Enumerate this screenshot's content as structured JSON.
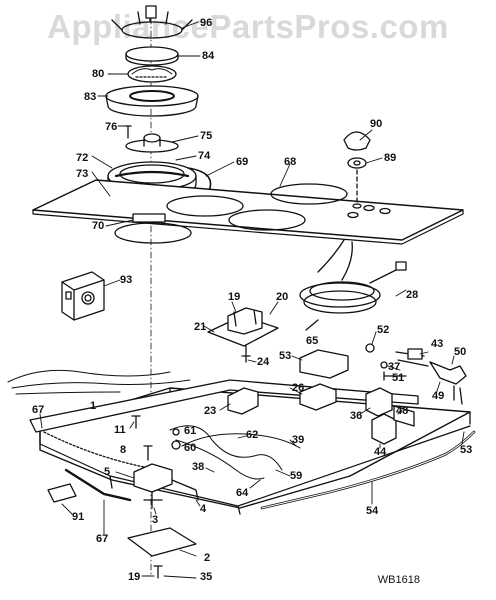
{
  "watermark": "AppliancePartsPros.com",
  "drawing_code": "WB1618",
  "callouts": [
    "96",
    "84",
    "80",
    "83",
    "76",
    "75",
    "74",
    "72",
    "73",
    "69",
    "68",
    "90",
    "89",
    "70",
    "93",
    "28",
    "19",
    "20",
    "21",
    "24",
    "52",
    "43",
    "50",
    "53",
    "65",
    "37",
    "51",
    "49",
    "23",
    "26",
    "36",
    "48",
    "67",
    "11",
    "61",
    "62",
    "39",
    "1",
    "8",
    "60",
    "44",
    "53",
    "5",
    "38",
    "59",
    "64",
    "54",
    "91",
    "3",
    "4",
    "67",
    "2",
    "19",
    "35"
  ],
  "palette": {
    "line": "#111111",
    "watermark": "#d9d9d9",
    "background": "#ffffff"
  }
}
